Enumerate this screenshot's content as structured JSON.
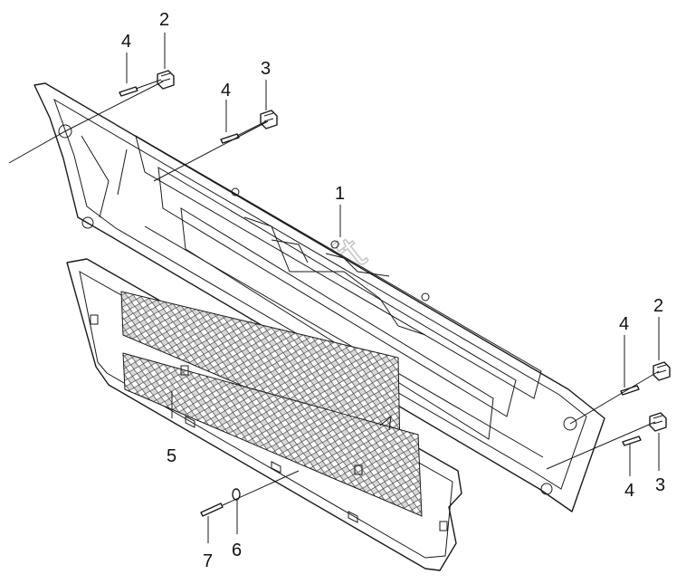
{
  "callouts": [
    {
      "id": "c-2-top",
      "label": "2"
    },
    {
      "id": "c-4-top-a",
      "label": "4"
    },
    {
      "id": "c-3-top",
      "label": "3"
    },
    {
      "id": "c-4-top-b",
      "label": "4"
    },
    {
      "id": "c-1",
      "label": "1"
    },
    {
      "id": "c-2-right",
      "label": "2"
    },
    {
      "id": "c-4-right-a",
      "label": "4"
    },
    {
      "id": "c-5",
      "label": "5"
    },
    {
      "id": "c-4-right-b",
      "label": "4"
    },
    {
      "id": "c-3-right",
      "label": "3"
    },
    {
      "id": "c-7",
      "label": "7"
    },
    {
      "id": "c-6",
      "label": "6"
    }
  ],
  "watermark": "AutoSoft",
  "colors": {
    "line": "#1a1a1a",
    "watermark": "#c8c8c8",
    "background": "#ffffff"
  }
}
